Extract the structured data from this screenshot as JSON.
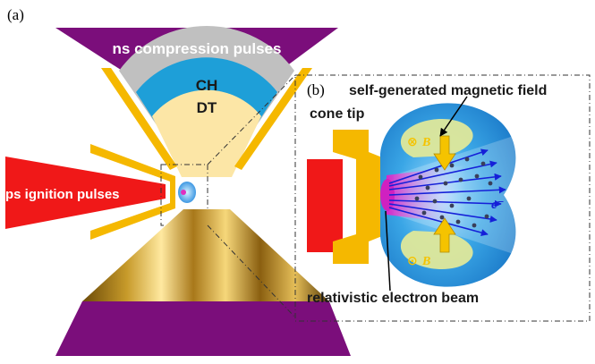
{
  "panel_a": {
    "label": "(a)",
    "compression_label": "ns compression  pulses",
    "layer_outer": "CH",
    "layer_inner": "DT",
    "ignition_label": "ps ignition pulses"
  },
  "panel_b": {
    "label": "(b)",
    "magnetic_field_label": "self-generated magnetic field",
    "cone_tip_label": "cone tip",
    "b_into_symbol": "⊗",
    "b_into_letter": "B",
    "b_out_symbol": "⊙",
    "b_out_letter": "B",
    "electron_label": "e⁻",
    "beam_label": "relativistic electron beam"
  },
  "colors": {
    "compression_purple": "#7b0e7b",
    "ch_gray": "#c0c0c0",
    "dt_blue": "#1e9fd8",
    "core_cream": "#fce6a6",
    "ignition_red": "#f01818",
    "cone_gold": "#f5b800",
    "plasma_blue": "#2f9fe0",
    "field_yellow_green": "#dfe89a",
    "beam_magenta": "#d020c0",
    "arrow_blue": "#1520d8",
    "electron_dark": "#3a3f5a"
  }
}
